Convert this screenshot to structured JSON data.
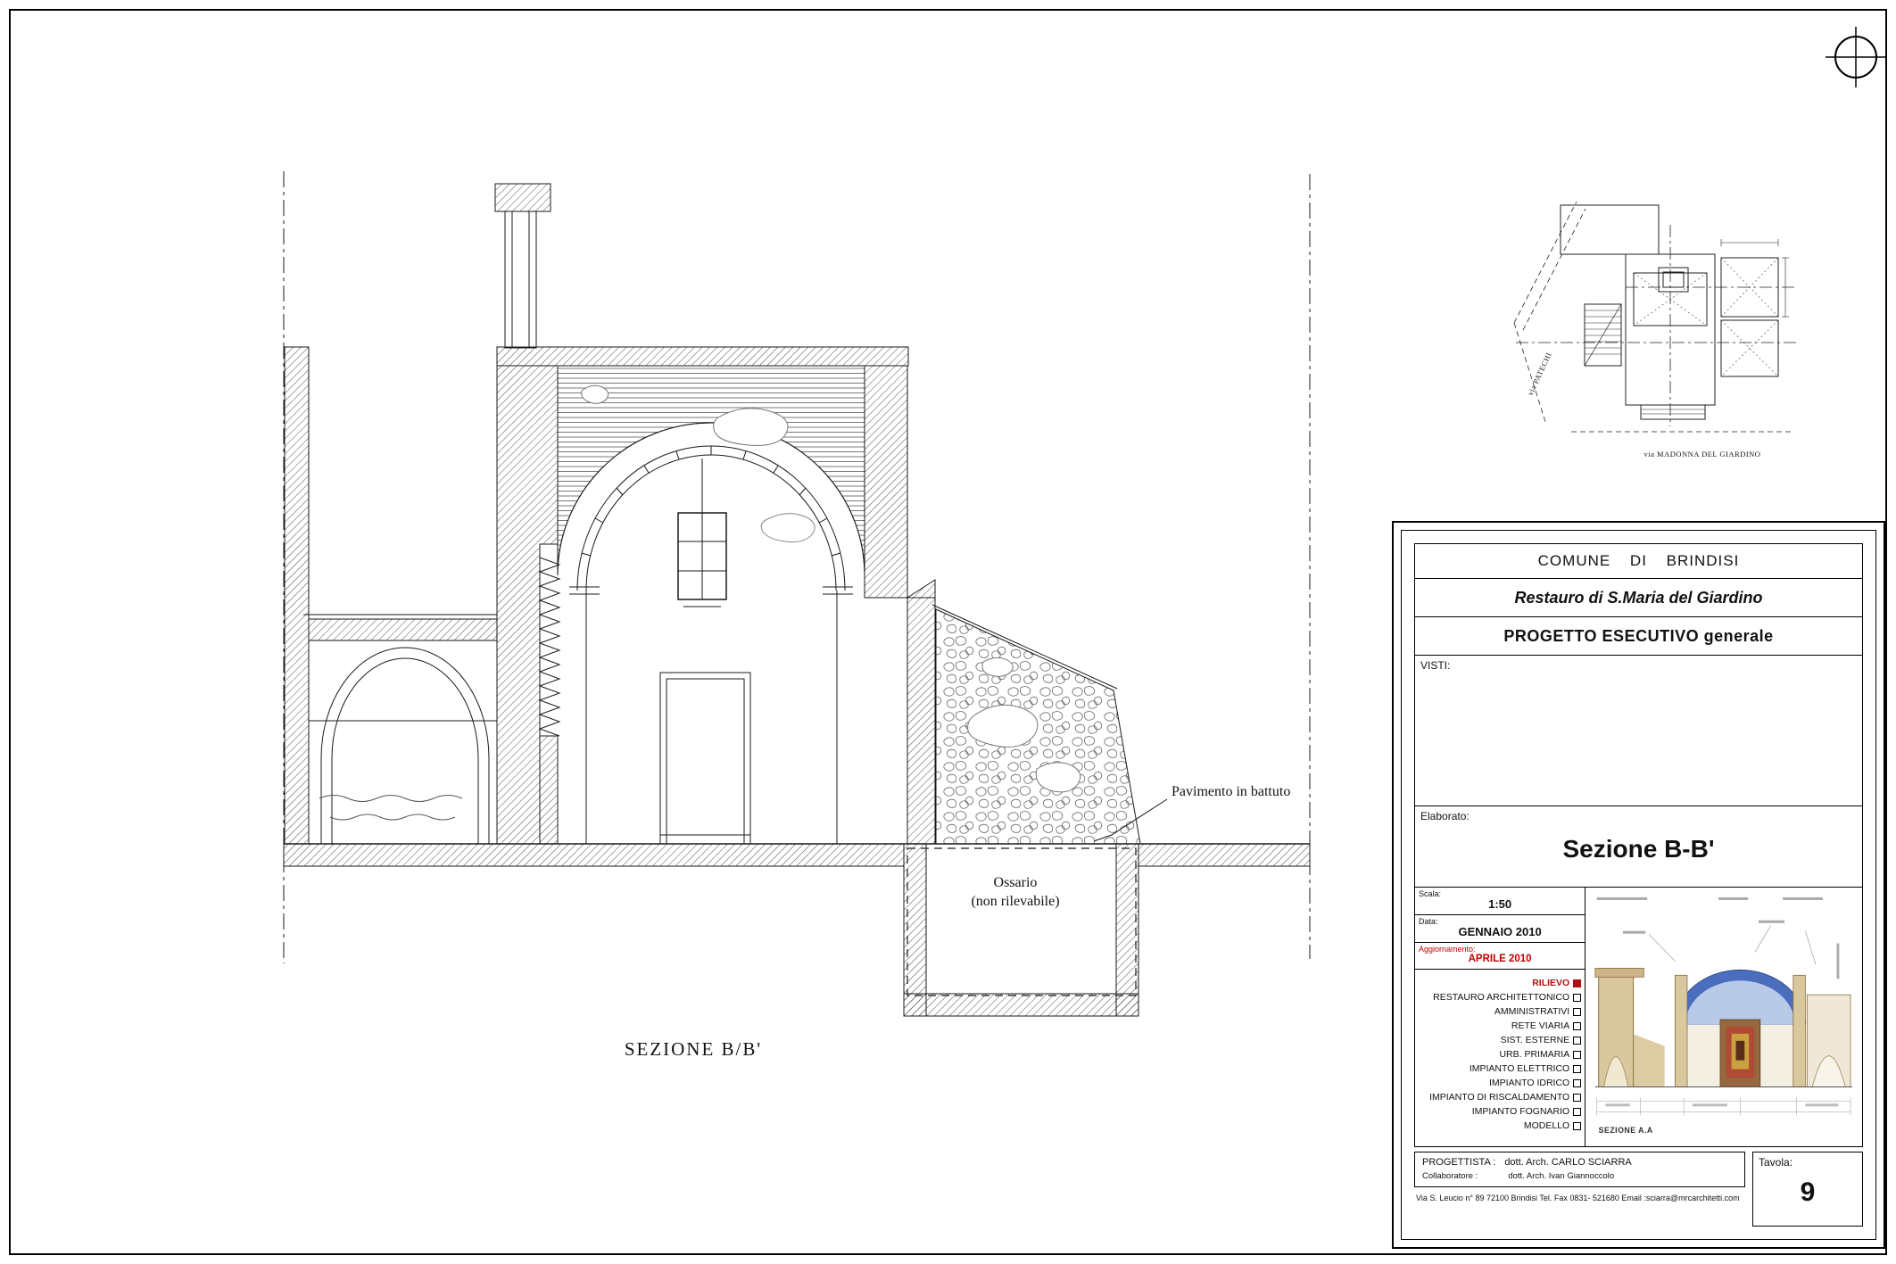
{
  "sheet": {
    "title_caption": "SEZIONE B/B'",
    "labels": {
      "pavimento": "Pavimento in battuto",
      "ossario_line1": "Ossario",
      "ossario_line2": "(non rilevabile)"
    }
  },
  "siteplan": {
    "street_left": "via PATECHI",
    "street_bottom": "via MADONNA DEL GIARDINO"
  },
  "titleblock": {
    "comune": "COMUNE DI BRINDISI",
    "project_title": "Restauro di S.Maria del Giardino",
    "project_subtitle": "PROGETTO ESECUTIVO generale",
    "visti_label": "VISTI:",
    "elaborato_label": "Elaborato:",
    "elaborato_title": "Sezione B-B'",
    "scala_label": "Scala:",
    "scala_value": "1:50",
    "data_label": "Data:",
    "data_value": "GENNAIO 2010",
    "aggiornamento_label": "Aggiornamento:",
    "aggiornamento_value": "APRILE 2010",
    "checklist": [
      {
        "label": "RILIEVO",
        "checked": true,
        "highlight": true
      },
      {
        "label": "RESTAURO ARCHITETTONICO",
        "checked": false,
        "highlight": false
      },
      {
        "label": "AMMINISTRATIVI",
        "checked": false,
        "highlight": false
      },
      {
        "label": "RETE VIARIA",
        "checked": false,
        "highlight": false
      },
      {
        "label": "SIST. ESTERNE",
        "checked": false,
        "highlight": false
      },
      {
        "label": "URB. PRIMARIA",
        "checked": false,
        "highlight": false
      },
      {
        "label": "IMPIANTO ELETTRICO",
        "checked": false,
        "highlight": false
      },
      {
        "label": "IMPIANTO IDRICO",
        "checked": false,
        "highlight": false
      },
      {
        "label": "IMPIANTO DI RISCALDAMENTO",
        "checked": false,
        "highlight": false
      },
      {
        "label": "IMPIANTO FOGNARIO",
        "checked": false,
        "highlight": false
      },
      {
        "label": "MODELLO",
        "checked": false,
        "highlight": false
      }
    ],
    "progettista_label": "PROGETTISTA :",
    "progettista_value": "dott. Arch. CARLO SCIARRA",
    "collaboratore_label": "Collaboratore :",
    "collaboratore_value": "dott. Arch. Ivan Giannoccolo",
    "address": "Via S. Leucio n° 89 72100 Brindisi Tel. Fax 0831- 521680   Email :sciarra@mrcarchitetti.com",
    "tavola_label": "Tavola:",
    "tavola_value": "9",
    "preview_caption": "SEZIONE A.A"
  },
  "colors": {
    "accent_red": "#c00000",
    "line": "#1a1a1a",
    "preview_dome_blue": "#4a6dbd",
    "preview_wall_tan": "#d9c79e"
  }
}
